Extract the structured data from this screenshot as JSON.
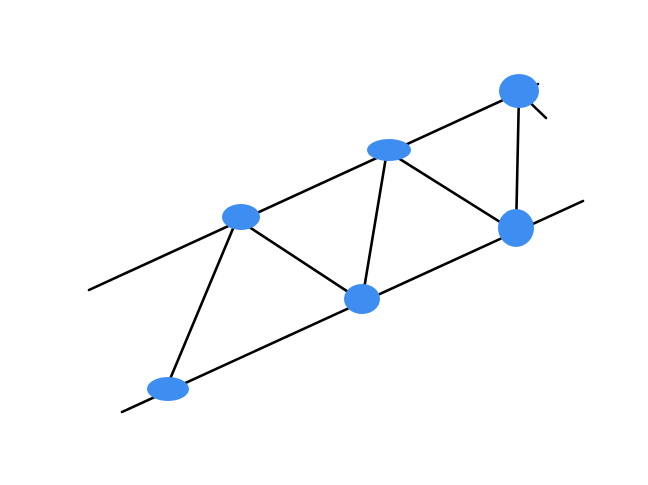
{
  "diagram": {
    "background_color": "#ffffff",
    "line_color": "#000000",
    "node_color": "#3d8ef0",
    "upper_chord_nodes": 3,
    "lower_chord_nodes": 3,
    "chords": [
      {
        "id": "upper-chord"
      },
      {
        "id": "lower-chord"
      }
    ],
    "members": [
      {
        "id": "strut-1",
        "from": "lower-1",
        "to": "upper-1"
      },
      {
        "id": "strut-2",
        "from": "upper-1",
        "to": "lower-2"
      },
      {
        "id": "strut-3",
        "from": "lower-2",
        "to": "upper-2"
      },
      {
        "id": "strut-4",
        "from": "upper-2",
        "to": "lower-3"
      },
      {
        "id": "strut-5",
        "from": "lower-3",
        "to": "upper-3"
      },
      {
        "id": "tail-tick",
        "from": "upper-3",
        "to": "tail-end"
      }
    ],
    "nodes": [
      {
        "id": "lower-1"
      },
      {
        "id": "upper-1"
      },
      {
        "id": "lower-2"
      },
      {
        "id": "upper-2"
      },
      {
        "id": "lower-3"
      },
      {
        "id": "upper-3"
      }
    ]
  }
}
